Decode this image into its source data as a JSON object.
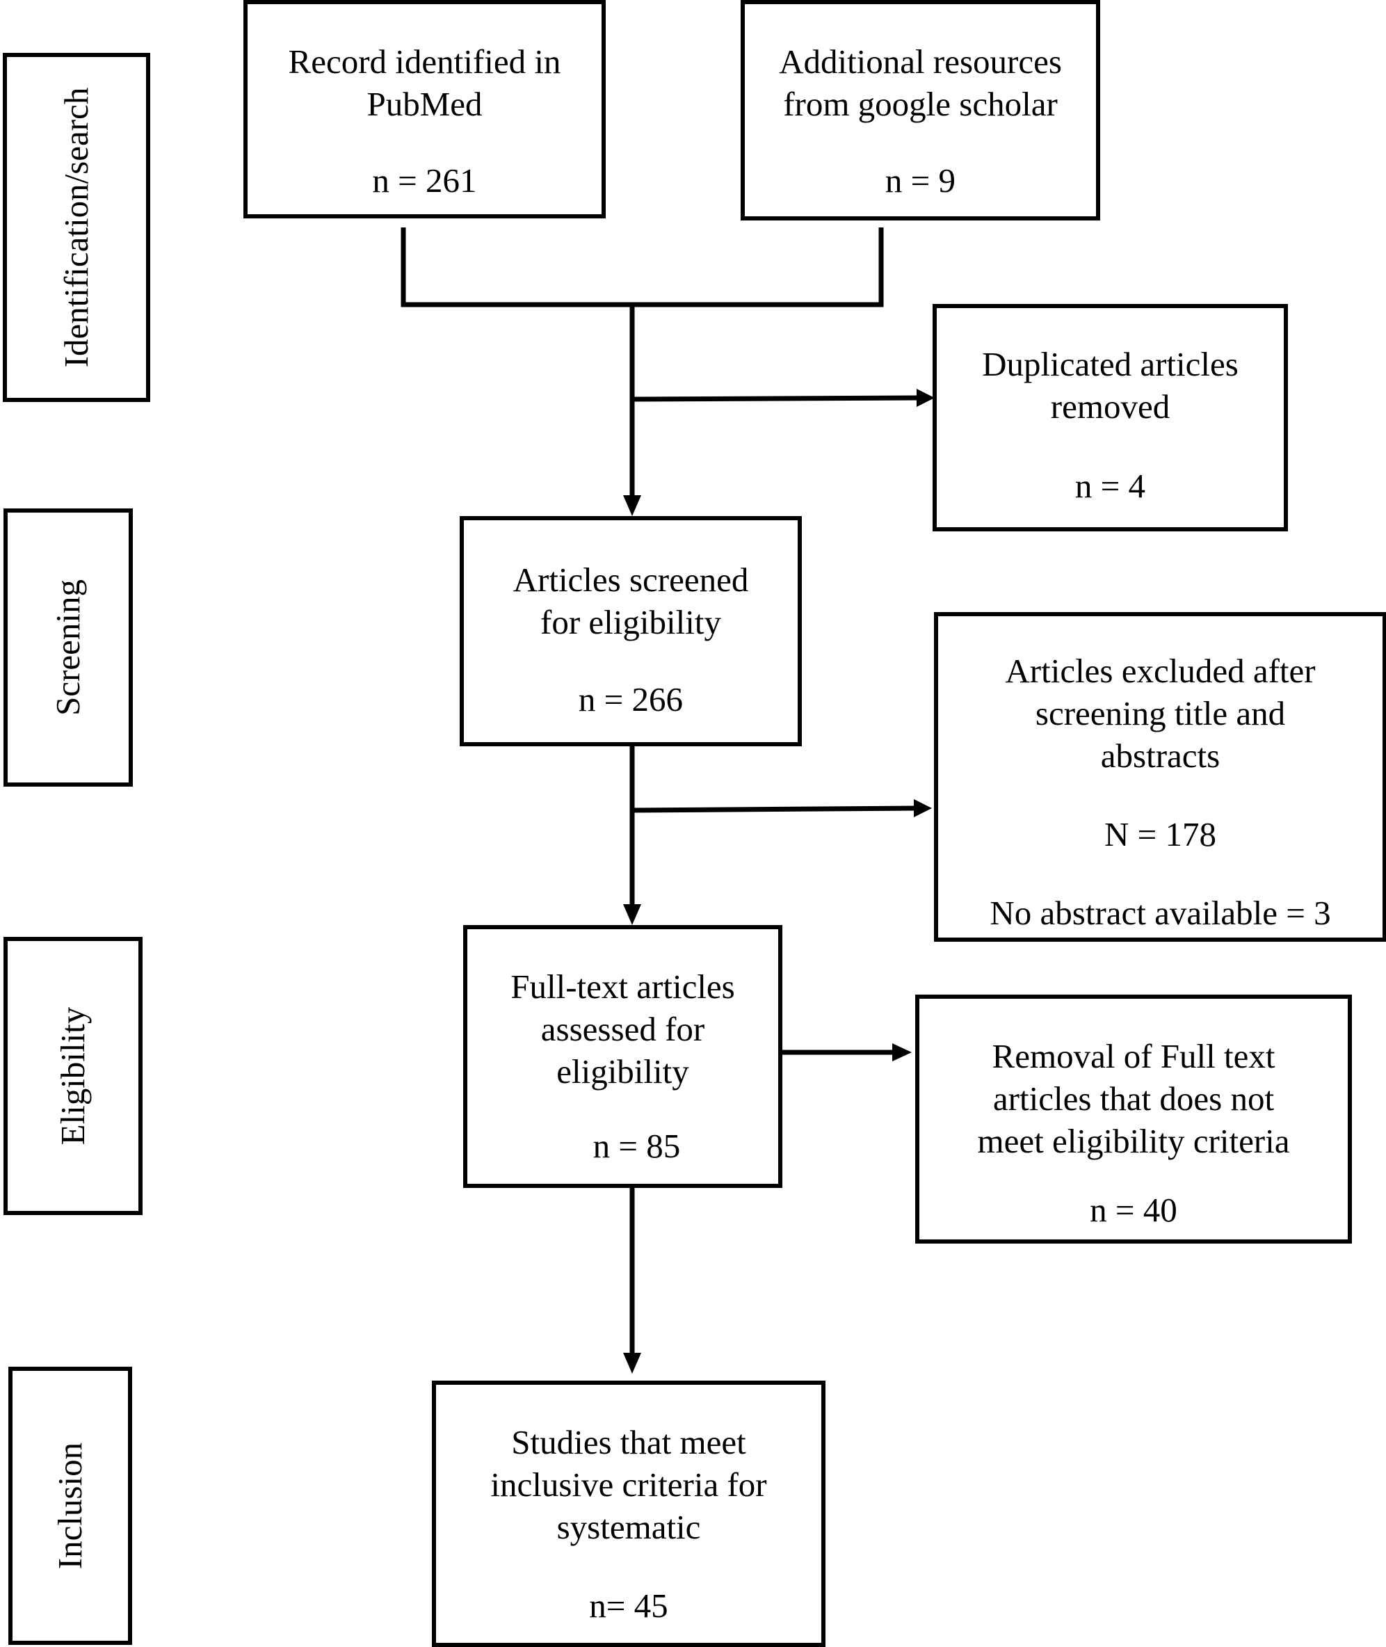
{
  "stages": {
    "identification": "Identification/search",
    "screening": "Screening",
    "eligibility": "Eligibility",
    "inclusion": "Inclusion"
  },
  "boxes": {
    "pubmed": {
      "lines": [
        "Record identified in",
        "PubMed"
      ],
      "count": "n = 261"
    },
    "google_scholar": {
      "lines": [
        "Additional resources",
        "from google scholar"
      ],
      "count": "n = 9"
    },
    "duplicates": {
      "lines": [
        "Duplicated articles",
        "removed"
      ],
      "count": "n = 4"
    },
    "screened": {
      "lines": [
        "Articles screened",
        "for eligibility"
      ],
      "count": "n = 266"
    },
    "excluded": {
      "lines": [
        "Articles excluded after",
        "screening title and",
        "abstracts"
      ],
      "count": "N =  178",
      "extra": "No abstract available = 3"
    },
    "fulltext": {
      "lines": [
        "Full-text articles",
        "assessed for",
        "eligibility"
      ],
      "count": "n = 85"
    },
    "removed_fulltext": {
      "lines": [
        "Removal of Full text",
        "articles that does not",
        "meet eligibility criteria"
      ],
      "count": "n = 40"
    },
    "included": {
      "lines": [
        "Studies that meet",
        "inclusive criteria for",
        "systematic"
      ],
      "count": "n= 45"
    }
  }
}
